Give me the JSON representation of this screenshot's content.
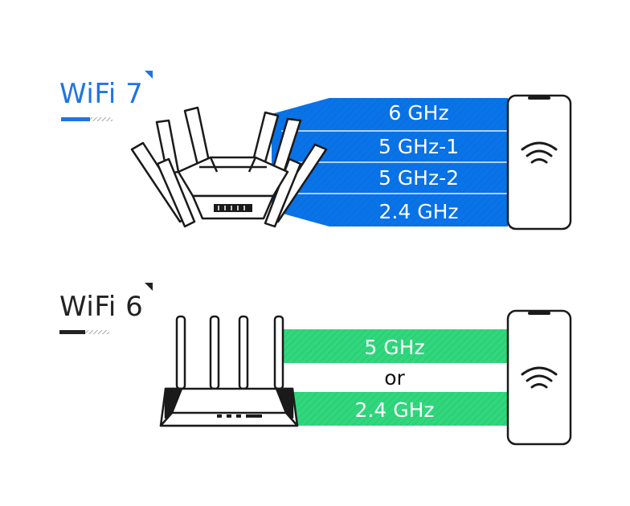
{
  "wifi7": {
    "title": "WiFi 7",
    "bands": [
      "6 GHz",
      "5 GHz-1",
      "5 GHz-2",
      "2.4 GHz"
    ],
    "accent_color": "#1f74e6",
    "band_color": "#0a72e8"
  },
  "wifi6": {
    "title": "WiFi 6",
    "bands": [
      "5 GHz",
      "2.4 GHz"
    ],
    "separator": "or",
    "accent_color": "#222222",
    "band_color": "#2fd67b"
  },
  "icons": {
    "phone": "smartphone-icon",
    "wifi": "wifi-signal-icon",
    "router7": "wifi7-router-icon",
    "router6": "wifi6-router-icon"
  }
}
